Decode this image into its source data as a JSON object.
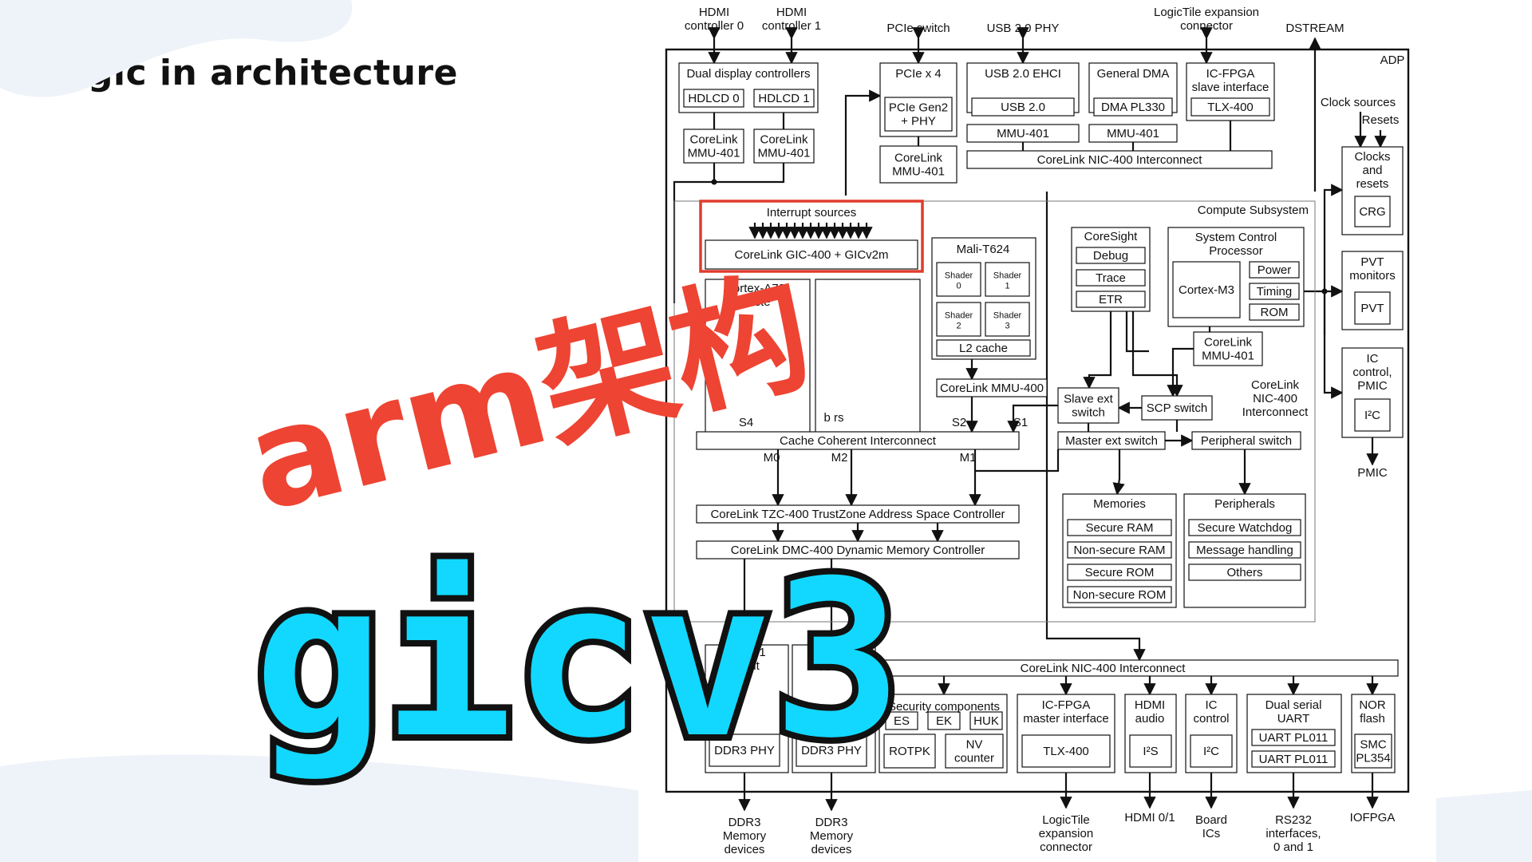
{
  "slide_title": "gic in architecture",
  "overlay": {
    "arm_text": "arm架构",
    "gic_text": "gicv3"
  },
  "colors": {
    "accent_red": "#ee4433",
    "accent_cyan": "#12d8ff",
    "highlight": "#e03c2c"
  },
  "diagram": {
    "top_labels": {
      "hdmi0": [
        "HDMI",
        "controller  0"
      ],
      "hdmi1": [
        "HDMI",
        "controller 1"
      ],
      "pcie": "PCIe switch",
      "usb": "USB 2.0 PHY",
      "logictile": [
        "LogicTile expansion",
        "connector"
      ],
      "dstream": "DSTREAM"
    },
    "adp": "ADP",
    "clock_sources": "Clock sources",
    "resets": "Resets",
    "dual_display": "Dual display controllers",
    "hdlcd0": "HDLCD 0",
    "hdlcd1": "HDLCD 1",
    "mmu_a": [
      "CoreLink",
      "MMU-401"
    ],
    "mmu_b": [
      "CoreLink",
      "MMU-401"
    ],
    "pcie_x4": "PCIe x 4",
    "pcie_gen2": [
      "PCIe Gen2",
      "+ PHY"
    ],
    "mmu_pcie": [
      "CoreLink",
      "MMU-401"
    ],
    "usb_ehci": "USB 2.0 EHCI",
    "usb20": "USB 2.0",
    "mmu_usb": "MMU-401",
    "gen_dma": "General DMA",
    "dma_pl330": "DMA PL330",
    "mmu_dma": "MMU-401",
    "icfpga_slave": [
      "IC-FPGA",
      "slave interface"
    ],
    "tlx400_top": "TLX-400",
    "nic400_top": "CoreLink NIC-400 Interconnect",
    "clocks_resets": [
      "Clocks",
      "and",
      "resets"
    ],
    "crg": "CRG",
    "pvt_monitors": [
      "PVT",
      "monitors"
    ],
    "pvt": "PVT",
    "ic_control_pmic": [
      "IC",
      "control,",
      "PMIC"
    ],
    "i2c_right": "I²C",
    "pmic": "PMIC",
    "compute_subsystem": "Compute Subsystem",
    "interrupt_sources": "Interrupt sources",
    "gic": "CoreLink GIC-400 + GICv2m",
    "cortex_a72": [
      "Cortex-A72",
      "cluste"
    ],
    "mali": "Mali-T624",
    "shaders": [
      [
        "Shader",
        "0"
      ],
      [
        "Shader",
        "1"
      ],
      [
        "Shader",
        "2"
      ],
      [
        "Shader",
        "3"
      ]
    ],
    "l2cache": "L2 cache",
    "mmu_mali": "CoreLink MMU-400",
    "coresight": "CoreSight",
    "debug": "Debug",
    "trace": "Trace",
    "etr": "ETR",
    "scp": [
      "System Control",
      "Processor"
    ],
    "cortex_m3": "Cortex-M3",
    "power": "Power",
    "timing": "Timing",
    "rom": "ROM",
    "mmu_scp": [
      "CoreLink",
      "MMU-401"
    ],
    "slave_ext": [
      "Slave ext",
      "switch"
    ],
    "scp_switch": "SCP switch",
    "nic400_mid": [
      "CoreLink",
      "NIC-400",
      "Interconnect"
    ],
    "master_ext": "Master ext switch",
    "periph_switch": "Peripheral switch",
    "cci": "Cache Coherent Interconnect",
    "port_s4": "S4",
    "port_s2": "S2",
    "port_s1": "S1",
    "port_m0": "M0",
    "port_m2": "M2",
    "port_m1": "M1",
    "bars": "b rs",
    "tzc400": "CoreLink TZC-400 TrustZone Address Space Controller",
    "dmc400": "CoreLink DMC-400 Dynamic Memory Controller",
    "memories": "Memories",
    "mem_items": [
      "Secure RAM",
      "Non-secure RAM",
      "Secure ROM",
      "Non-secure ROM"
    ],
    "peripherals": "Peripherals",
    "periph_items": [
      "Secure Watchdog",
      "Message handling",
      "Others"
    ],
    "ddr3_a": [
      "DDR3 1",
      "32-bit"
    ],
    "ddr3_b": "32-b",
    "nic400_bottom": "CoreLink NIC-400 Interconnect",
    "security": "Security components",
    "es": "ES",
    "ek": "EK",
    "huk": "HUK",
    "rotpk": "ROTPK",
    "nv_counter": [
      "NV",
      "counter"
    ],
    "icfpga_master": [
      "IC-FPGA",
      "master interface"
    ],
    "tlx400_bottom": "TLX-400",
    "hdmi_audio": [
      "HDMI",
      "audio"
    ],
    "i2s": "I²S",
    "ic_control": [
      "IC",
      "control"
    ],
    "i2c_bottom": "I²C",
    "dual_uart": [
      "Dual serial",
      "UART"
    ],
    "uart0": "UART PL011",
    "uart1": "UART PL011",
    "nor": [
      "NOR",
      "flash"
    ],
    "smc": [
      "SMC",
      "PL354"
    ],
    "ddr3_phy_a": "DDR3 PHY",
    "ddr3_phy_b": "DDR3 PHY",
    "bottom_labels": {
      "ddr_a": [
        "DDR3",
        "Memory",
        "devices"
      ],
      "ddr_b": [
        "DDR3",
        "Memory",
        "devices"
      ],
      "logictile": [
        "LogicTile",
        "expansion",
        "connector"
      ],
      "hdmi01": "HDMI 0/1",
      "board_ics": [
        "Board",
        "ICs"
      ],
      "rs232": [
        "RS232",
        "interfaces,",
        "0 and 1"
      ],
      "iofpga": "IOFPGA"
    }
  }
}
